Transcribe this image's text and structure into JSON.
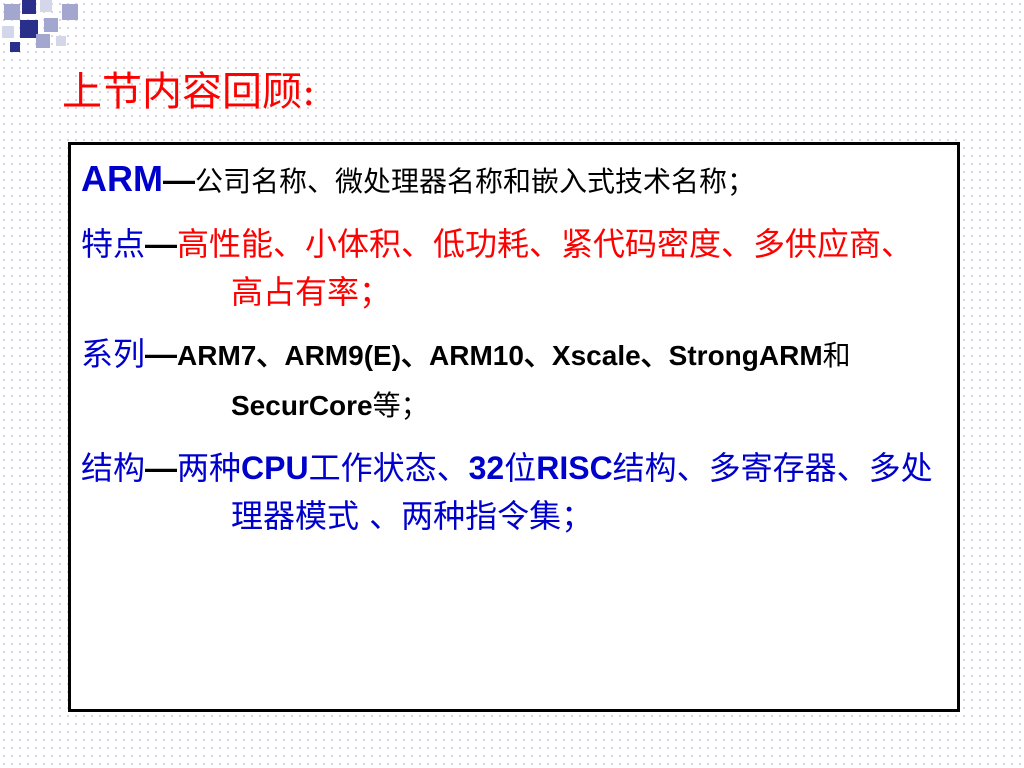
{
  "slide": {
    "title": "上节内容回顾:",
    "colors": {
      "title": "#ff0000",
      "label": "#0000cc",
      "highlight": "#ff0000",
      "body": "#000000",
      "deco_dark": "#2b2f8c",
      "deco_light": "#a3a6cf"
    }
  },
  "items": [
    {
      "label": "ARM",
      "dash": "—",
      "text": "公司名称、微处理器名称和嵌入式技术名称；"
    },
    {
      "label": "特点",
      "dash": "—",
      "text": "高性能、小体积、低功耗、紧代码密度、多供应商、高占有率；"
    },
    {
      "label": "系列",
      "dash": "—",
      "seg1": "ARM7、ARM9(E)、ARM10、Xscale、StrongARM",
      "seg2": "和",
      "seg3": "SecurCore",
      "seg4": "等；"
    },
    {
      "label": "结构",
      "dash": "—",
      "seg1": "两种",
      "seg2": "CPU",
      "seg3": "工作状态、",
      "seg4": "32",
      "seg5": "位",
      "seg6": "RISC",
      "seg7": "结构、多寄存器、多处理器模式 、两种指令集；"
    }
  ]
}
